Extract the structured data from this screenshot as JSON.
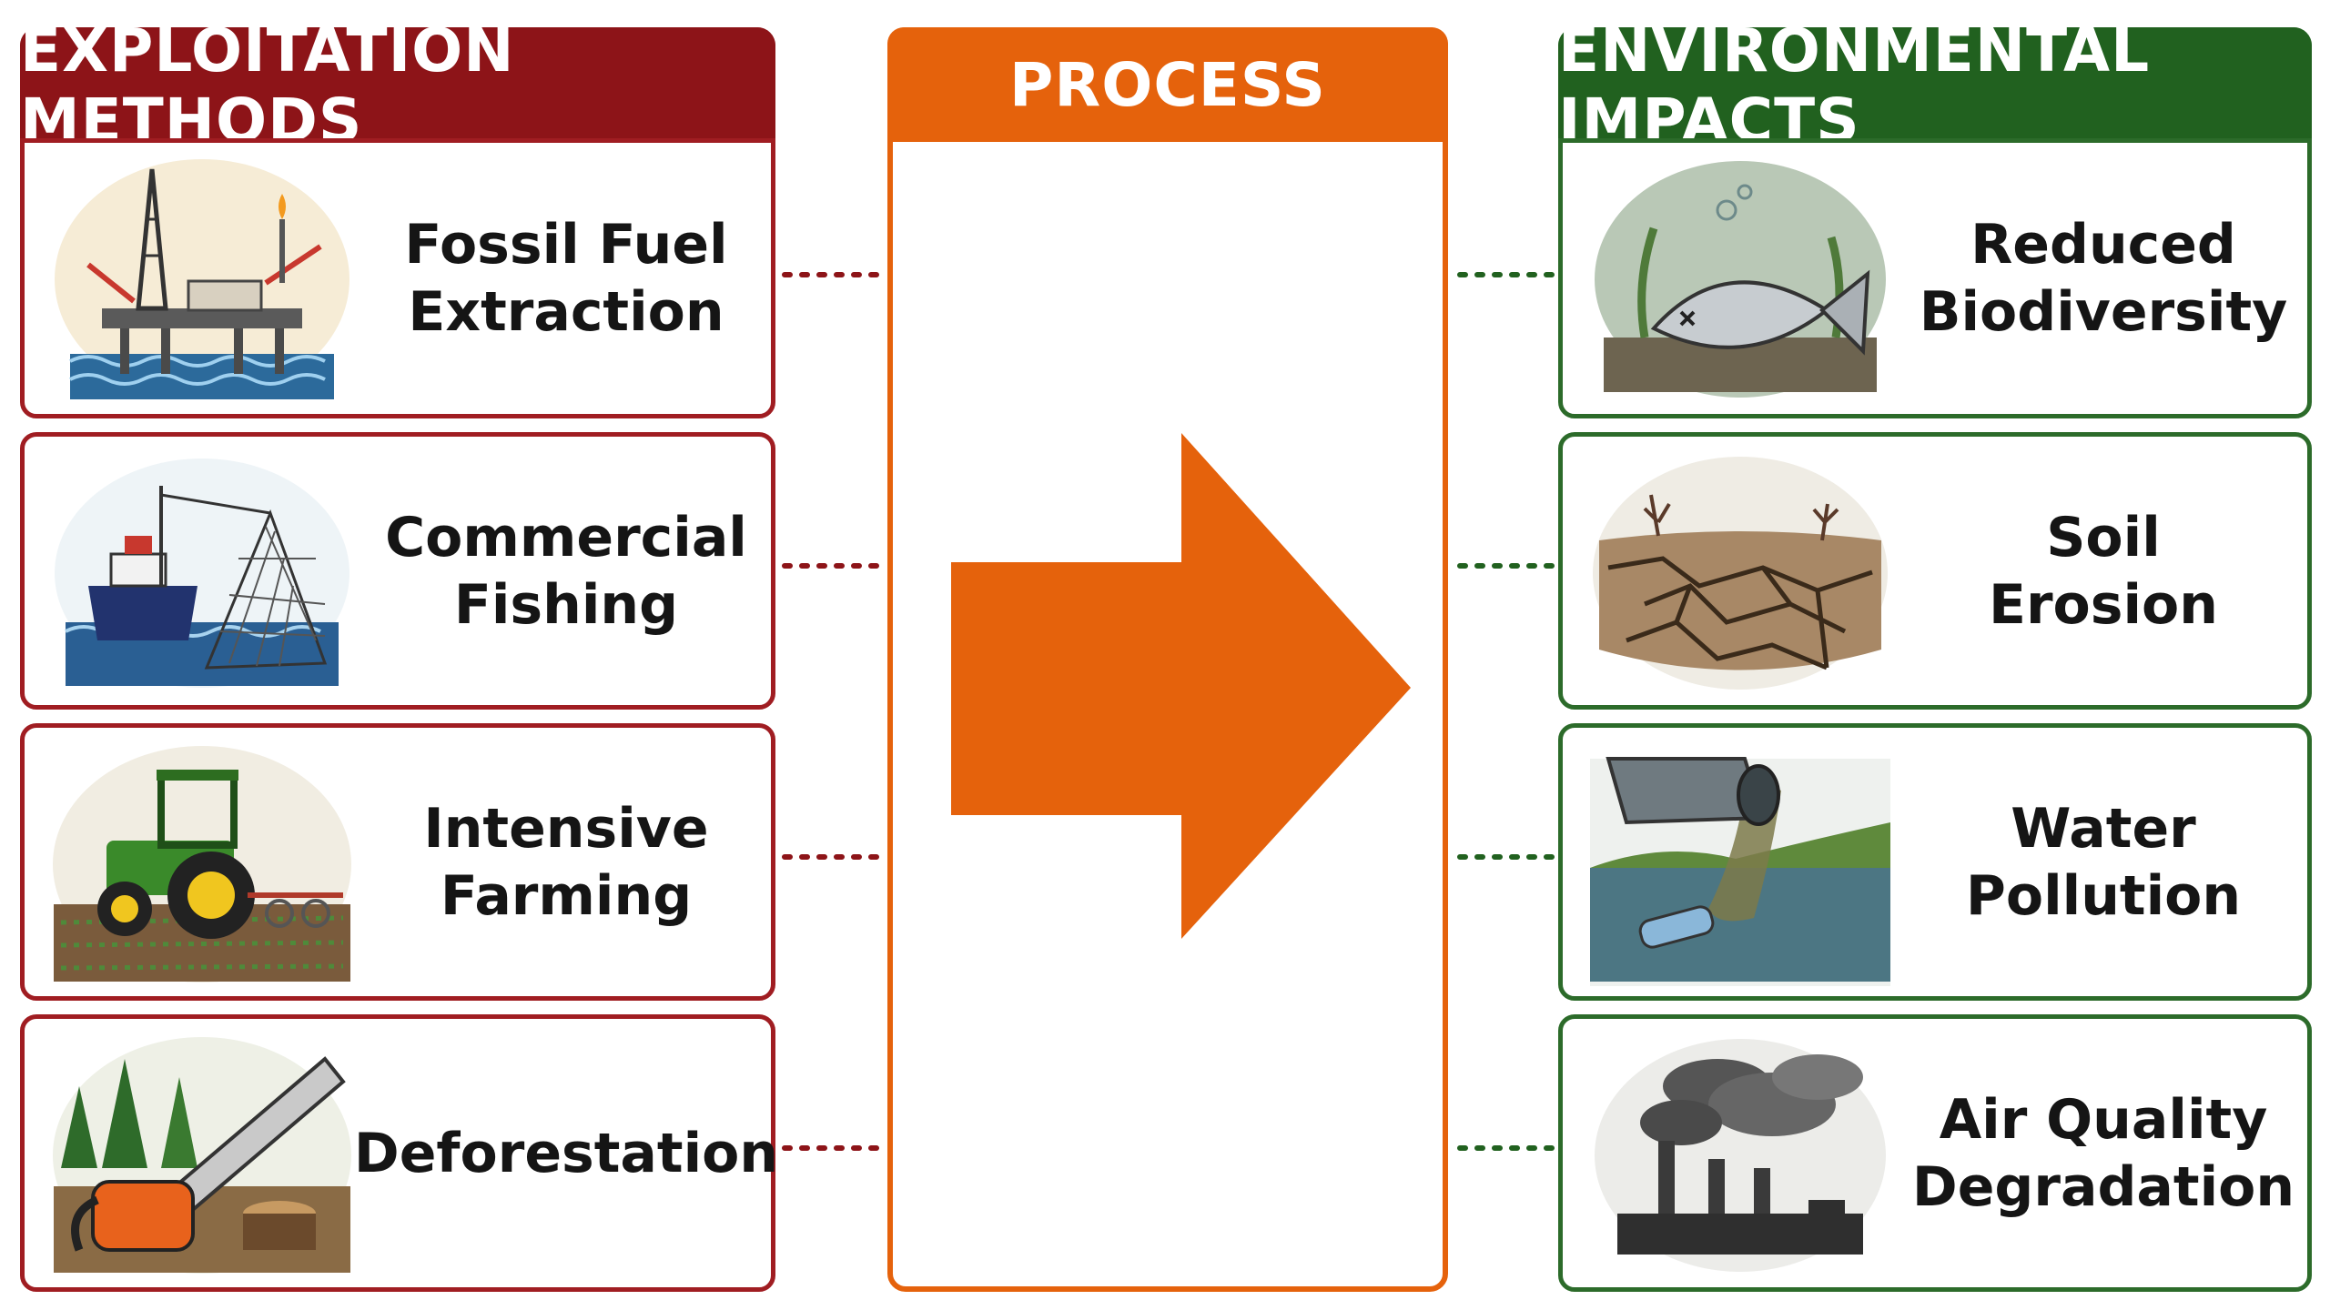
{
  "columns": {
    "left": {
      "header": "EXPLOITATION METHODS",
      "color": "#8d1418"
    },
    "middle": {
      "header": "PROCESS",
      "color": "#e5620c"
    },
    "right": {
      "header": "ENVIRONMENTAL IMPACTS",
      "color": "#21611f"
    }
  },
  "exploitation_methods": [
    {
      "label": "Fossil Fuel\nExtraction",
      "icon": "oil-rig-icon"
    },
    {
      "label": "Commercial\nFishing",
      "icon": "fishing-trawler-icon"
    },
    {
      "label": "Intensive\nFarming",
      "icon": "tractor-icon"
    },
    {
      "label": "Deforestation",
      "icon": "chainsaw-icon"
    }
  ],
  "environmental_impacts": [
    {
      "label": "Reduced\nBiodiversity",
      "icon": "dead-fish-icon"
    },
    {
      "label": "Soil\nErosion",
      "icon": "cracked-soil-icon"
    },
    {
      "label": "Water\nPollution",
      "icon": "polluted-water-icon"
    },
    {
      "label": "Air Quality\nDegradation",
      "icon": "smokestack-icon"
    }
  ],
  "arrow_icon": "right-arrow-icon"
}
